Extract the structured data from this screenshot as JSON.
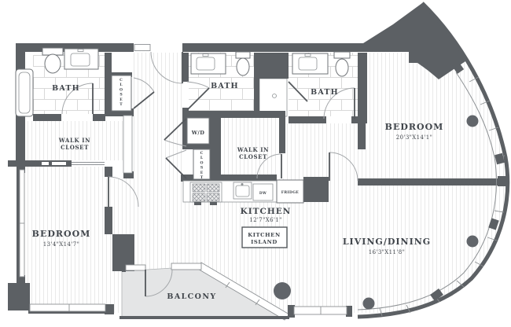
{
  "title": "Apartment floor plan",
  "colors": {
    "wall": "#5c6064",
    "text": "#3f444a",
    "balcony_fill": "#e4e5e6",
    "column": "#61656a",
    "tile_line": "#d9d9d9",
    "floor_stripe": "#e9e9e9",
    "door_arc": "#a3a6a9"
  },
  "rooms": {
    "bath1": {
      "label": "BATH"
    },
    "bath2": {
      "label": "BATH"
    },
    "bath3": {
      "label": "BATH"
    },
    "walk_in_closet_1": {
      "line1": "WALK IN",
      "line2": "CLOSET"
    },
    "walk_in_closet_2": {
      "line1": "WALK IN",
      "line2": "CLOSET"
    },
    "closet1": {
      "label": "CLOSET"
    },
    "closet2": {
      "label": "CLOSET"
    },
    "bedroom1": {
      "label": "BEDROOM",
      "dims": "13'4\"X14'7\""
    },
    "bedroom2": {
      "label": "BEDROOM",
      "dims": "20'3\"X14'1\""
    },
    "kitchen": {
      "label": "KITCHEN",
      "dims": "12'7\"X6'1\""
    },
    "kitchen_island": {
      "line1": "KITCHEN",
      "line2": "ISLAND"
    },
    "living_dining": {
      "label": "LIVING/DINING",
      "dims": "16'3\"X11'8\""
    },
    "balcony": {
      "label": "BALCONY"
    }
  },
  "appliances": {
    "washer_dryer": "W/D",
    "fridge": "FRIDGE",
    "dishwasher": "DW"
  }
}
